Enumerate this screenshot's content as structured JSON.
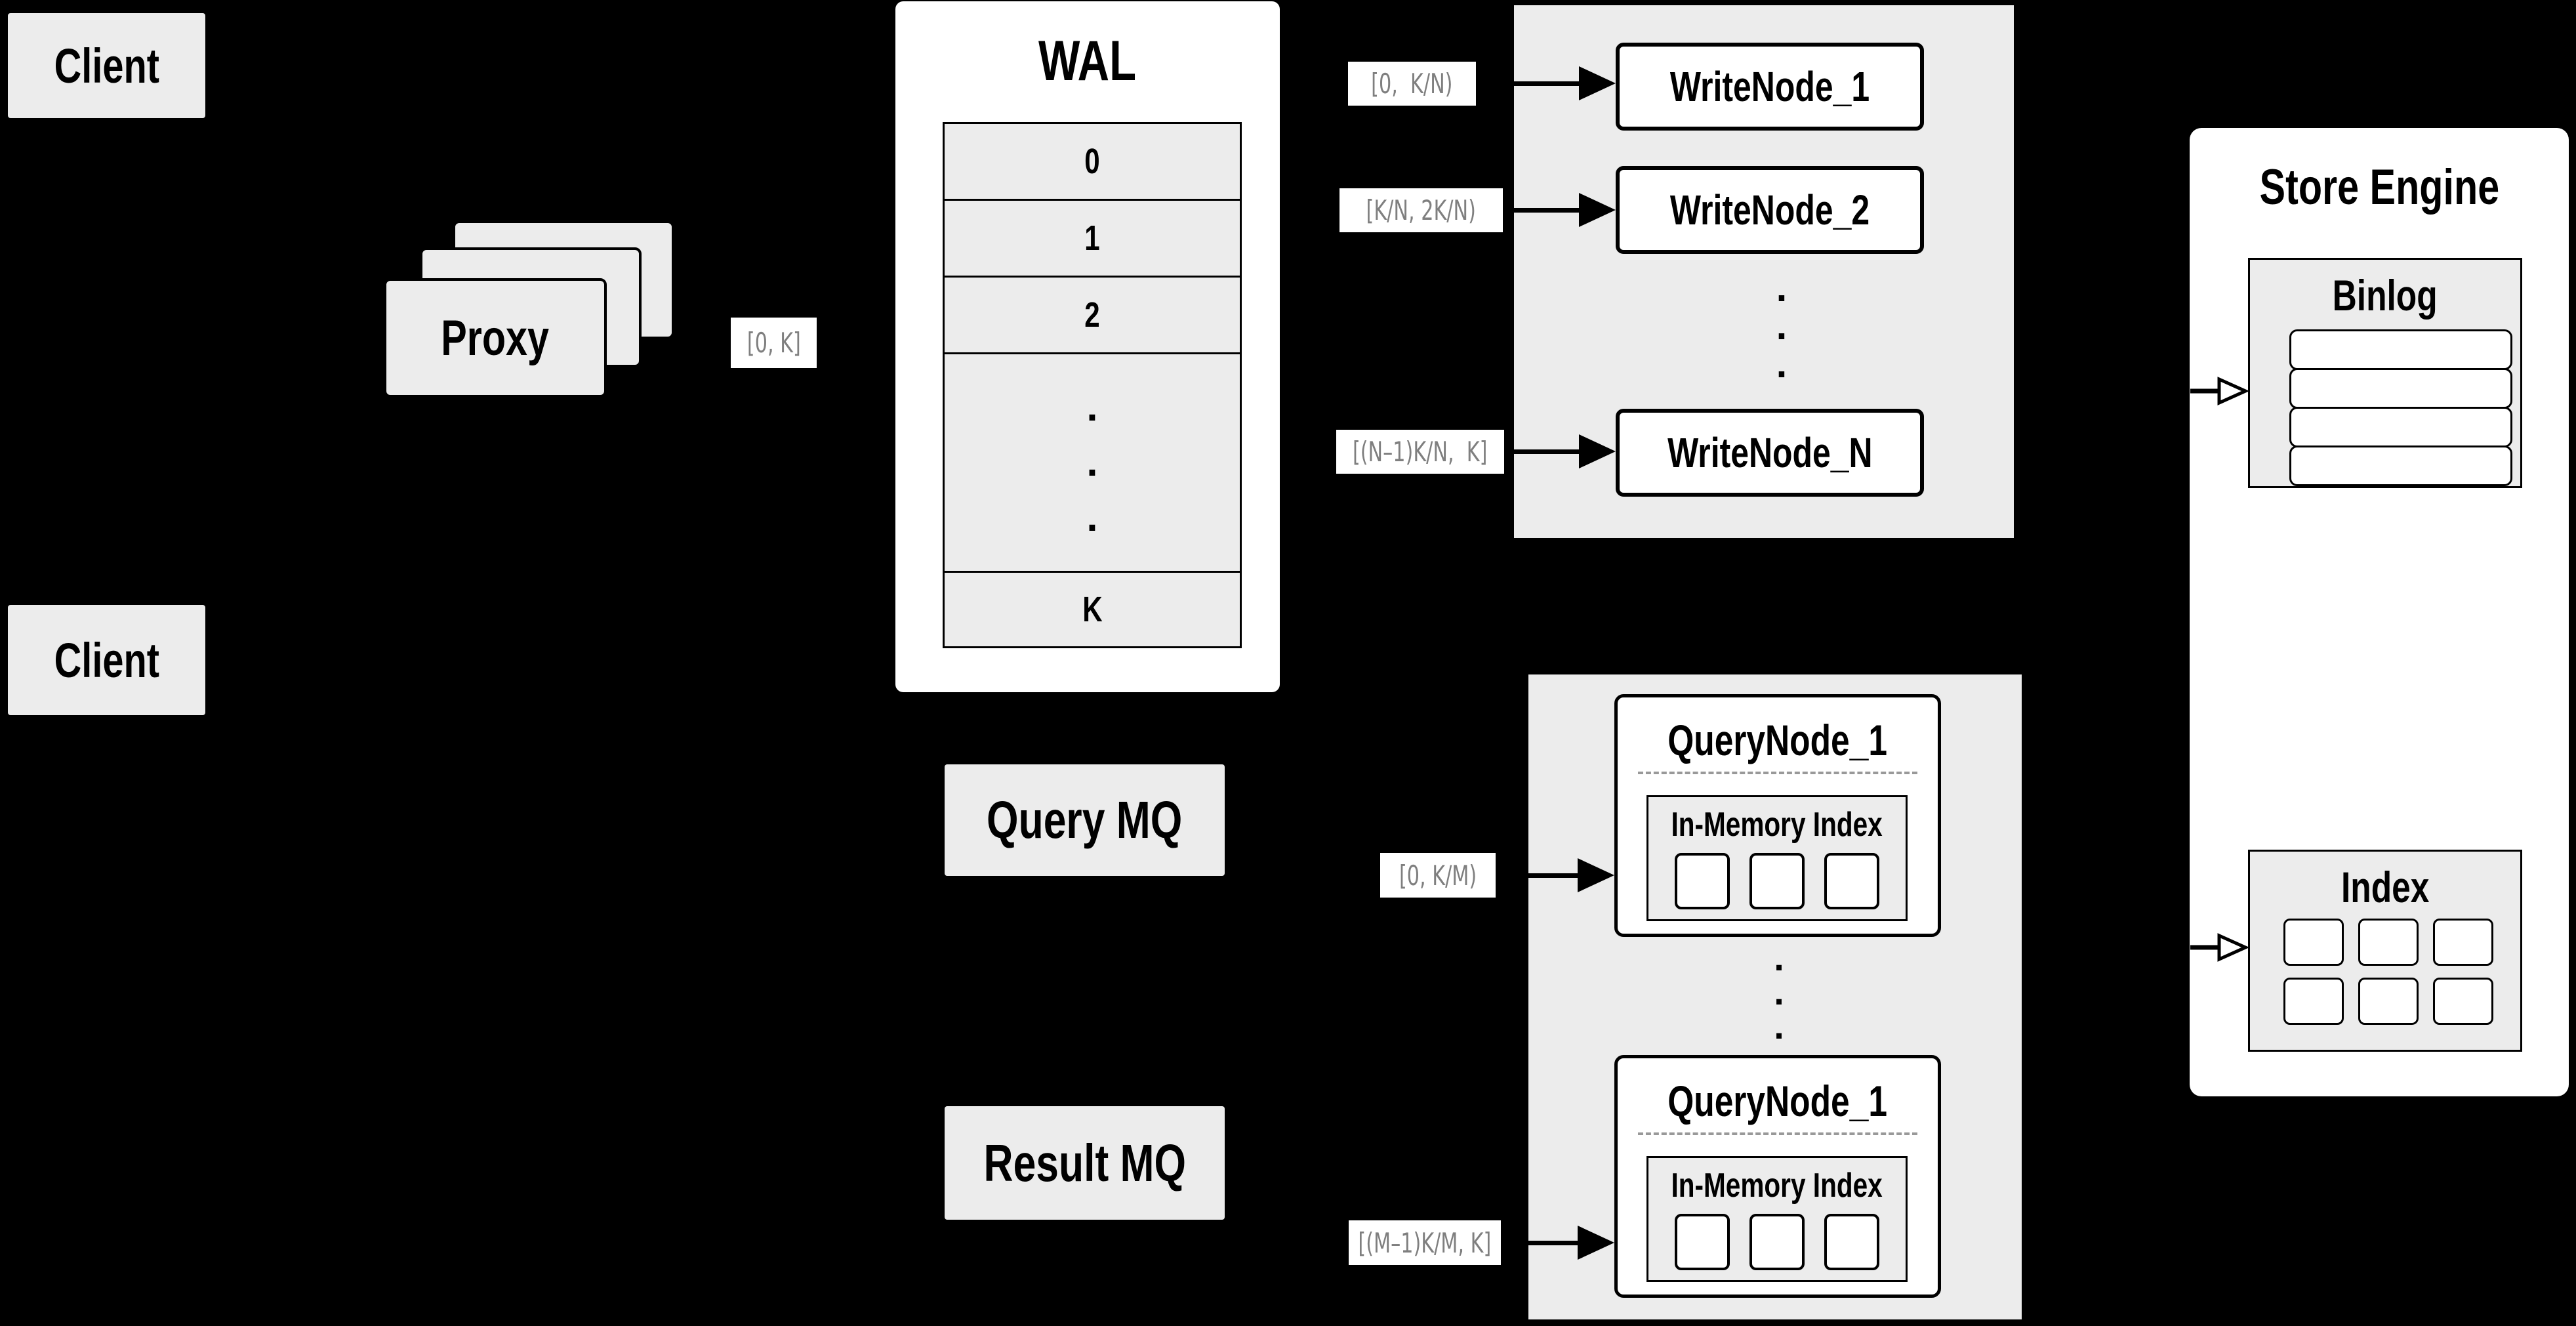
{
  "colors": {
    "background": "#000000",
    "box_gray": "#ececec",
    "white": "#ffffff",
    "border_black": "#000000",
    "range_label_text": "#7f7f7f",
    "dashed_divider": "#999999"
  },
  "clients": {
    "top_label": "Client",
    "bottom_label": "Client"
  },
  "proxy": {
    "label": "Proxy",
    "range_out": "[0, K]"
  },
  "wal": {
    "title": "WAL",
    "segments": [
      "0",
      "1",
      "2"
    ],
    "ellipsis": ".\n.\n.",
    "last_segment": "K"
  },
  "write_group": {
    "nodes": [
      {
        "label": "WriteNode_1",
        "range": "[0,  K/N)"
      },
      {
        "label": "WriteNode_2",
        "range": "[K/N, 2K/N)"
      },
      {
        "label": "WriteNode_N",
        "range": "[(N–1)K/N,  K]"
      }
    ],
    "ellipsis": ".\n.\n."
  },
  "mq": {
    "query_label": "Query MQ",
    "result_label": "Result MQ"
  },
  "query_group": {
    "nodes": [
      {
        "title": "QueryNode_1",
        "inner_title": "In-Memory Index",
        "range": "[0, K/M)"
      },
      {
        "title": "QueryNode_1",
        "inner_title": "In-Memory Index",
        "range": "[(M–1)K/M, K]"
      }
    ],
    "ellipsis": ".\n.\n."
  },
  "store_engine": {
    "title": "Store Engine",
    "binlog_title": "Binlog",
    "index_title": "Index"
  }
}
